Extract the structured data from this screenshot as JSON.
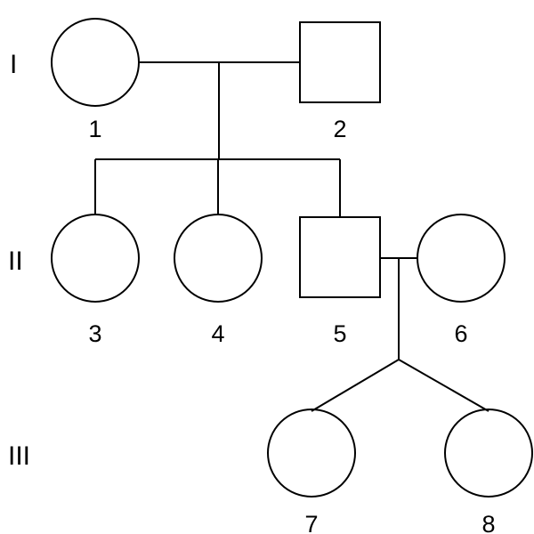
{
  "generations": [
    {
      "label": "I"
    },
    {
      "label": "II"
    },
    {
      "label": "III"
    }
  ],
  "individuals": [
    {
      "id": "1",
      "label": "1",
      "sex": "female",
      "generation": "I"
    },
    {
      "id": "2",
      "label": "2",
      "sex": "male",
      "generation": "I"
    },
    {
      "id": "3",
      "label": "3",
      "sex": "female",
      "generation": "II"
    },
    {
      "id": "4",
      "label": "4",
      "sex": "female",
      "generation": "II"
    },
    {
      "id": "5",
      "label": "5",
      "sex": "male",
      "generation": "II"
    },
    {
      "id": "6",
      "label": "6",
      "sex": "female",
      "generation": "II"
    },
    {
      "id": "7",
      "label": "7",
      "sex": "female",
      "generation": "III"
    },
    {
      "id": "8",
      "label": "8",
      "sex": "female",
      "generation": "III"
    }
  ],
  "unions": [
    {
      "partners": [
        "1",
        "2"
      ],
      "children": [
        "3",
        "4",
        "5"
      ]
    },
    {
      "partners": [
        "5",
        "6"
      ],
      "children": [
        "7",
        "8"
      ],
      "twins": true
    }
  ],
  "colors": {
    "line": "#000000",
    "background": "#ffffff"
  }
}
